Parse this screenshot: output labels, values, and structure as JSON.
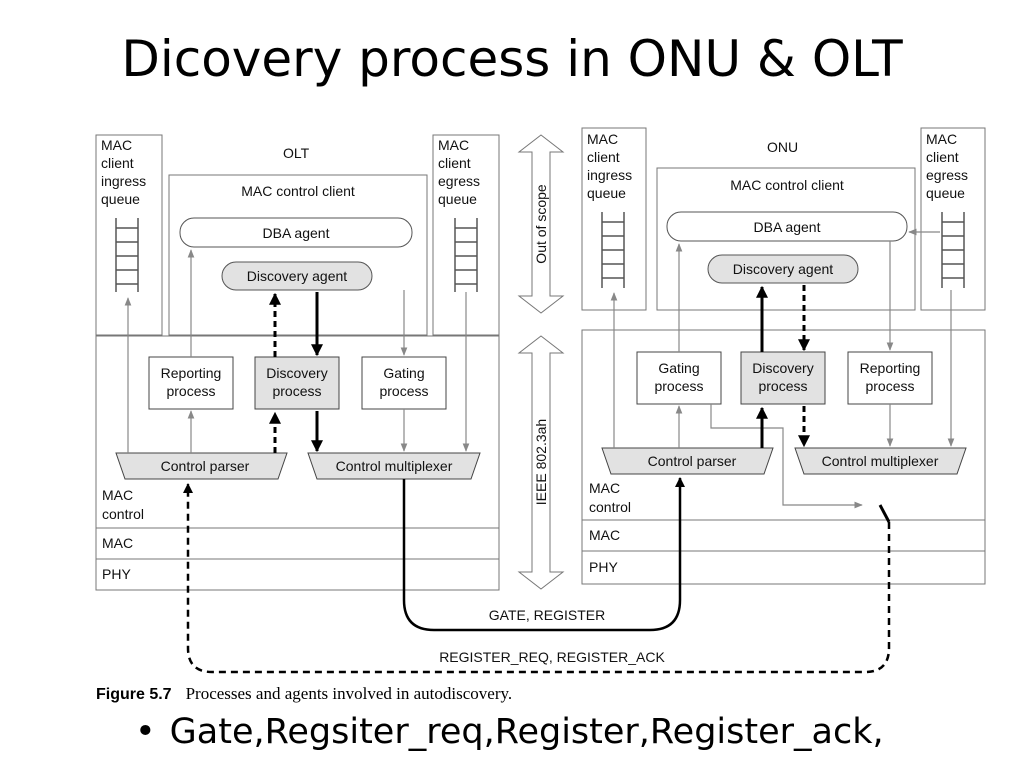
{
  "slide": {
    "title": "Dicovery process in ONU & OLT",
    "bullet": "Gate,Regsiter_req,Register,Register_ack,"
  },
  "caption": {
    "label": "Figure 5.7",
    "text": "Processes and agents involved in autodiscovery."
  },
  "diagram": {
    "side_labels": {
      "out_of_scope": "Out of scope",
      "ieee": "IEEE 802.3ah"
    },
    "olt": {
      "title": "OLT",
      "ingress_queue": [
        "MAC",
        "client",
        "ingress",
        "queue"
      ],
      "egress_queue": [
        "MAC",
        "client",
        "egress",
        "queue"
      ],
      "mac_control_client": "MAC control client",
      "dba_agent": "DBA agent",
      "discovery_agent": "Discovery agent",
      "reporting_process": [
        "Reporting",
        "process"
      ],
      "discovery_process": [
        "Discovery",
        "process"
      ],
      "gating_process": [
        "Gating",
        "process"
      ],
      "control_parser": "Control parser",
      "control_multiplexer": "Control multiplexer",
      "mac_control": [
        "MAC",
        "control"
      ],
      "mac": "MAC",
      "phy": "PHY"
    },
    "onu": {
      "title": "ONU",
      "ingress_queue": [
        "MAC",
        "client",
        "ingress",
        "queue"
      ],
      "egress_queue": [
        "MAC",
        "client",
        "egress",
        "queue"
      ],
      "mac_control_client": "MAC control client",
      "dba_agent": "DBA agent",
      "discovery_agent": "Discovery agent",
      "gating_process": [
        "Gating",
        "process"
      ],
      "discovery_process": [
        "Discovery",
        "process"
      ],
      "reporting_process": [
        "Reporting",
        "process"
      ],
      "control_parser": "Control parser",
      "control_multiplexer": "Control multiplexer",
      "mac_control": [
        "MAC",
        "control"
      ],
      "mac": "MAC",
      "phy": "PHY"
    },
    "messages": {
      "gate_register": "GATE, REGISTER",
      "register_req_ack": "REGISTER_REQ, REGISTER_ACK"
    }
  }
}
